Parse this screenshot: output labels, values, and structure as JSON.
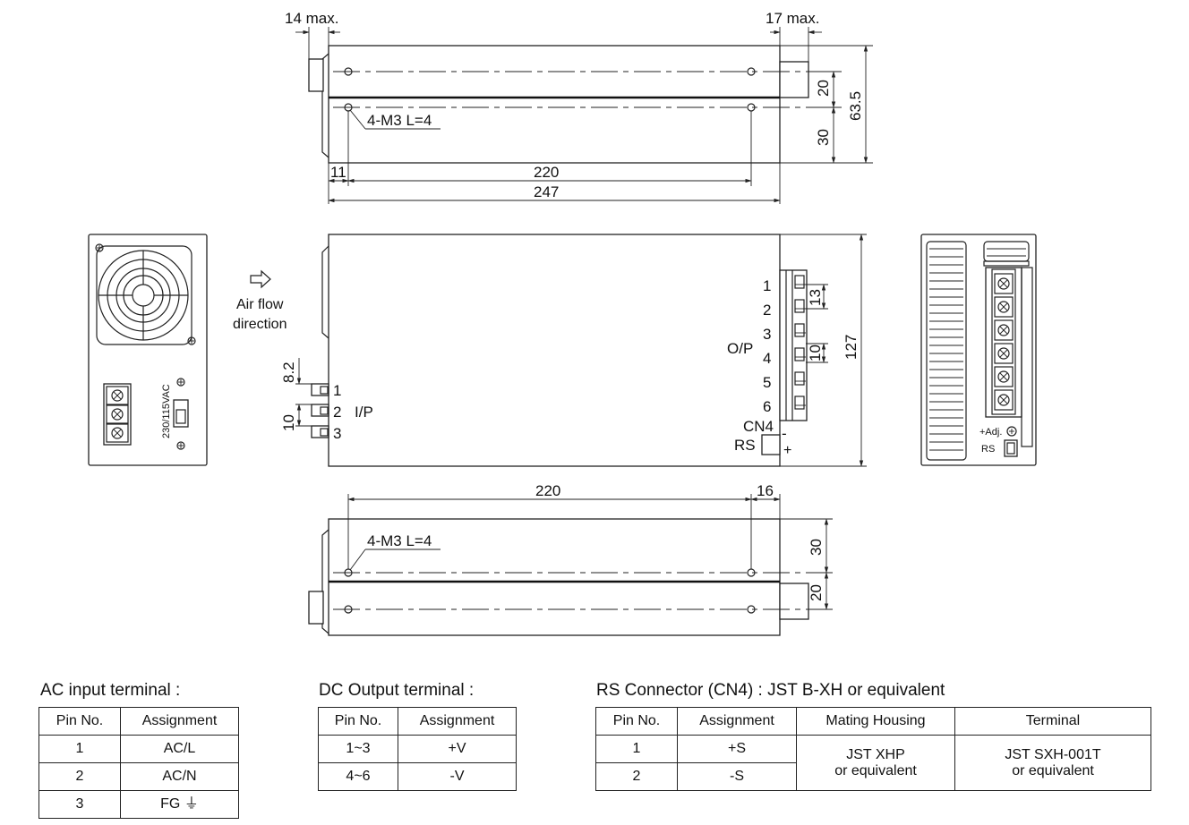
{
  "top_view": {
    "dims": {
      "left_overhang": "14 max.",
      "right_overhang": "17 max.",
      "hole_spacing": "220",
      "offset": "11",
      "length": "247",
      "upper": "20",
      "lower": "30",
      "height": "63.5"
    },
    "screw_note": "4-M3 L=4"
  },
  "front_view": {
    "air_flow": [
      "Air flow",
      "direction"
    ],
    "voltage_label": "230/115VAC"
  },
  "side_view": {
    "input_pins": [
      "1",
      "2",
      "3"
    ],
    "input_label": "I/P",
    "input_dims": {
      "top": "8.2",
      "pitch": "10"
    },
    "output_pins": [
      "1",
      "2",
      "3",
      "4",
      "5",
      "6"
    ],
    "output_label": "O/P",
    "output_dims": {
      "pitch_top": "13",
      "pitch_mid": "10",
      "height": "127"
    },
    "cn4_label": "CN4",
    "rs_label": "RS",
    "minus": "-",
    "plus": "+"
  },
  "rear_view": {
    "adj_label": "+Adj.",
    "rs_label": "RS"
  },
  "bottom_view": {
    "dims": {
      "hole_spacing": "220",
      "offset": "16",
      "upper": "30",
      "lower": "20"
    },
    "screw_note": "4-M3 L=4"
  },
  "ac_table": {
    "title": "AC input terminal :",
    "headers": [
      "Pin No.",
      "Assignment"
    ],
    "rows": [
      [
        "1",
        "AC/L"
      ],
      [
        "2",
        "AC/N"
      ],
      [
        "3",
        "FG ⏚"
      ]
    ]
  },
  "dc_table": {
    "title": "DC Output terminal :",
    "headers": [
      "Pin No.",
      "Assignment"
    ],
    "rows": [
      [
        "1~3",
        "+V"
      ],
      [
        "4~6",
        "-V"
      ]
    ]
  },
  "rs_table": {
    "title": "RS Connector (CN4) : JST B-XH or equivalent",
    "headers": [
      "Pin No.",
      "Assignment",
      "Mating Housing",
      "Terminal"
    ],
    "rows": [
      [
        "1",
        "+S"
      ],
      [
        "2",
        "-S"
      ]
    ],
    "housing": [
      "JST XHP",
      "or equivalent"
    ],
    "terminal": [
      "JST SXH-001T",
      "or equivalent"
    ]
  }
}
